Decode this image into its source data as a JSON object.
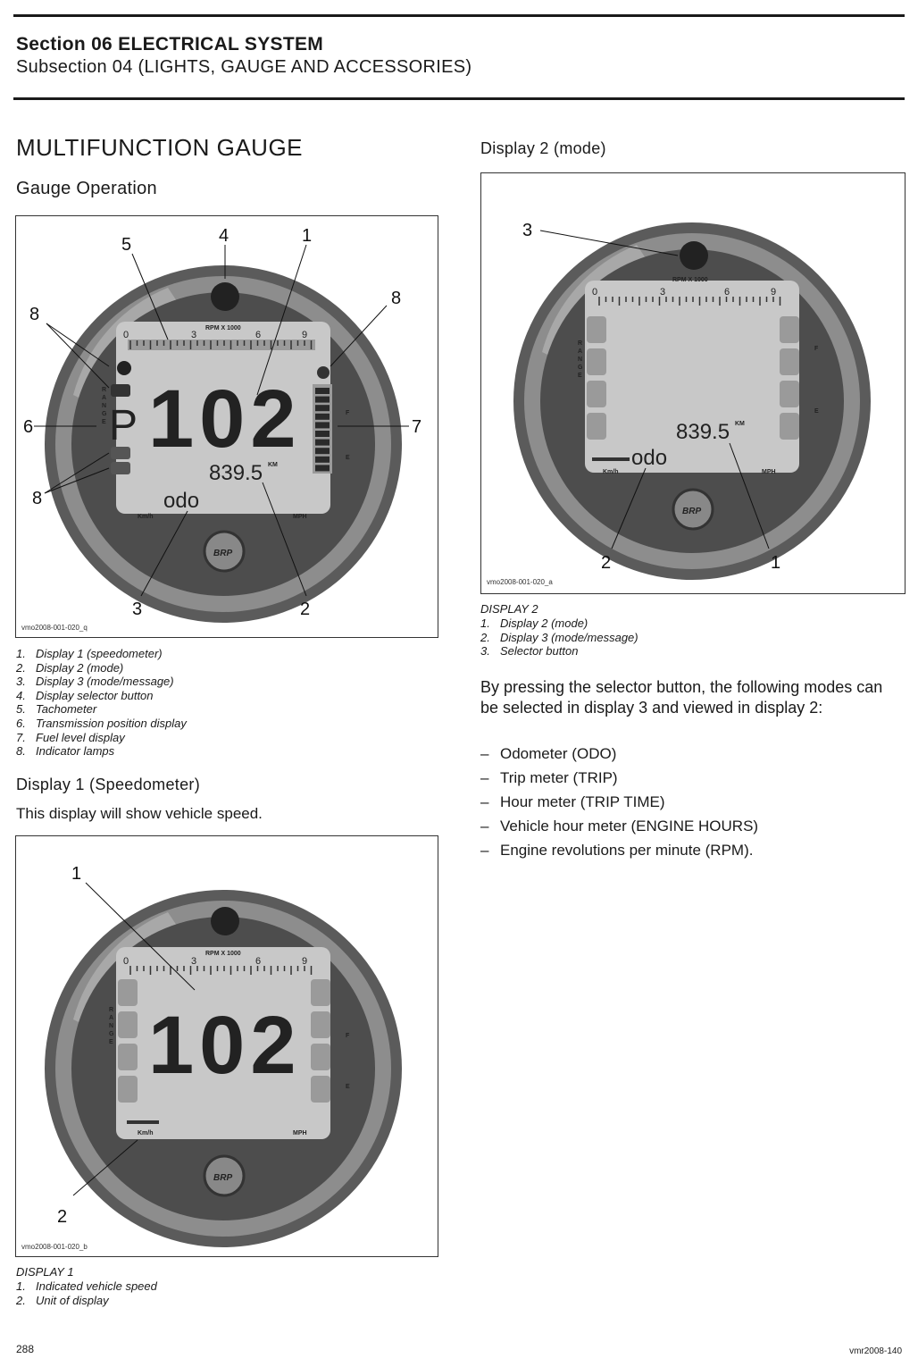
{
  "header": {
    "section": "Section 06 ELECTRICAL SYSTEM",
    "subsection": "Subsection 04 (LIGHTS, GAUGE AND ACCESSORIES)"
  },
  "left": {
    "main_heading": "MULTIFUNCTION GAUGE",
    "sub_heading": "Gauge Operation",
    "figure1": {
      "ref": "vmo2008-001-020_q",
      "callouts": [
        "1",
        "2",
        "3",
        "4",
        "5",
        "6",
        "7",
        "8",
        "8",
        "8"
      ],
      "rpm_label": "RPM X 1000",
      "scale": [
        "0",
        "3",
        "6",
        "9"
      ],
      "range_letters": [
        "R",
        "A",
        "N",
        "G",
        "E"
      ],
      "fuel_f": "F",
      "fuel_e": "E",
      "speed_digits": "102",
      "odometer": "839.5",
      "odo_unit": "KM",
      "mode_text": "odo",
      "unit_kmh": "Km/h",
      "unit_mph": "MPH",
      "gear": "P",
      "logo": "BRP"
    },
    "legend1": [
      {
        "num": "1.",
        "text": "Display 1 (speedometer)"
      },
      {
        "num": "2.",
        "text": "Display 2 (mode)"
      },
      {
        "num": "3.",
        "text": "Display 3 (mode/message)"
      },
      {
        "num": "4.",
        "text": "Display selector button"
      },
      {
        "num": "5.",
        "text": "Tachometer"
      },
      {
        "num": "6.",
        "text": "Transmission position display"
      },
      {
        "num": "7.",
        "text": "Fuel level display"
      },
      {
        "num": "8.",
        "text": "Indicator lamps"
      }
    ],
    "display1_heading": "Display 1 (Speedometer)",
    "display1_text": "This display will show vehicle speed.",
    "figure3": {
      "ref": "vmo2008-001-020_b",
      "callouts": [
        "1",
        "2"
      ],
      "rpm_label": "RPM X 1000",
      "scale": [
        "0",
        "3",
        "6",
        "9"
      ],
      "range_letters": [
        "R",
        "A",
        "N",
        "G",
        "E"
      ],
      "fuel_f": "F",
      "fuel_e": "E",
      "speed_digits": "102",
      "unit_kmh": "Km/h",
      "unit_mph": "MPH",
      "logo": "BRP"
    },
    "caption3_title": "DISPLAY 1",
    "legend3": [
      {
        "num": "1.",
        "text": "Indicated vehicle speed"
      },
      {
        "num": "2.",
        "text": "Unit of display"
      }
    ]
  },
  "right": {
    "display2_heading": "Display 2 (mode)",
    "figure2": {
      "ref": "vmo2008-001-020_a",
      "callouts": [
        "1",
        "2",
        "3"
      ],
      "rpm_label": "RPM X 1000",
      "scale": [
        "0",
        "3",
        "6",
        "9"
      ],
      "range_letters": [
        "R",
        "A",
        "N",
        "G",
        "E"
      ],
      "fuel_f": "F",
      "fuel_e": "E",
      "odometer": "839.5",
      "odo_unit": "KM",
      "mode_text": "odo",
      "unit_kmh": "Km/h",
      "unit_mph": "MPH",
      "logo": "BRP"
    },
    "caption2_title": "DISPLAY 2",
    "legend2": [
      {
        "num": "1.",
        "text": "Display 2 (mode)"
      },
      {
        "num": "2.",
        "text": "Display 3 (mode/message)"
      },
      {
        "num": "3.",
        "text": "Selector button"
      }
    ],
    "paragraph": "By pressing the selector button, the following modes can be selected in display 3 and viewed in display 2:",
    "modes": [
      "Odometer (ODO)",
      "Trip meter (TRIP)",
      "Hour meter (TRIP TIME)",
      "Vehicle hour meter (ENGINE HOURS)",
      "Engine revolutions per minute (RPM)."
    ]
  },
  "footer": {
    "page_number": "288",
    "doc_code": "vmr2008-140"
  }
}
